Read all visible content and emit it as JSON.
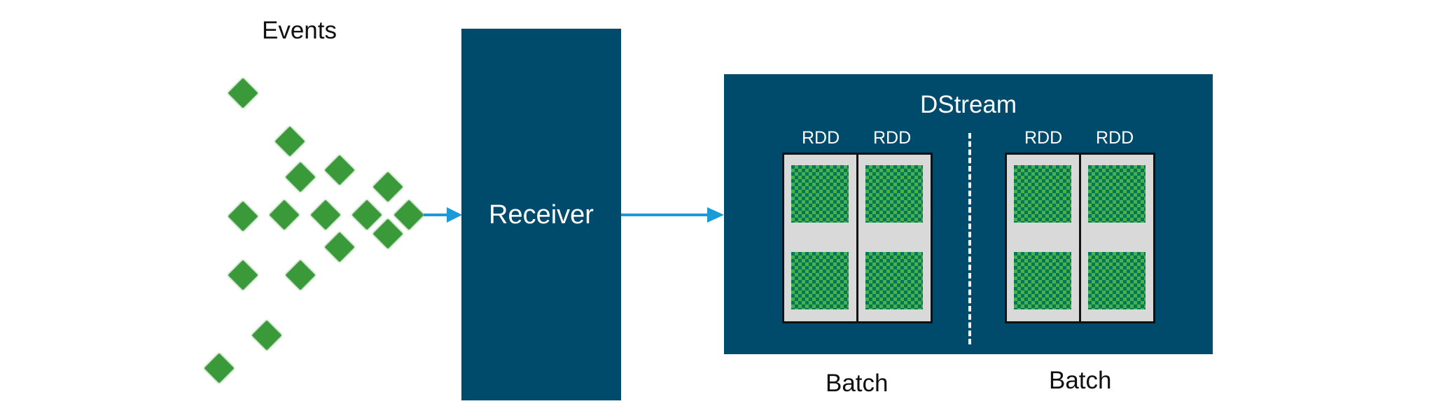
{
  "events_title": "Events",
  "receiver_label": "Receiver",
  "dstream": {
    "label": "DStream",
    "batches": [
      {
        "label": "Batch",
        "rdds": [
          "RDD",
          "RDD"
        ]
      },
      {
        "label": "Batch",
        "rdds": [
          "RDD",
          "RDD"
        ]
      }
    ]
  },
  "colors": {
    "block": "#004a6b",
    "arrow": "#1a9ad6",
    "event": "#3a9a3a"
  }
}
